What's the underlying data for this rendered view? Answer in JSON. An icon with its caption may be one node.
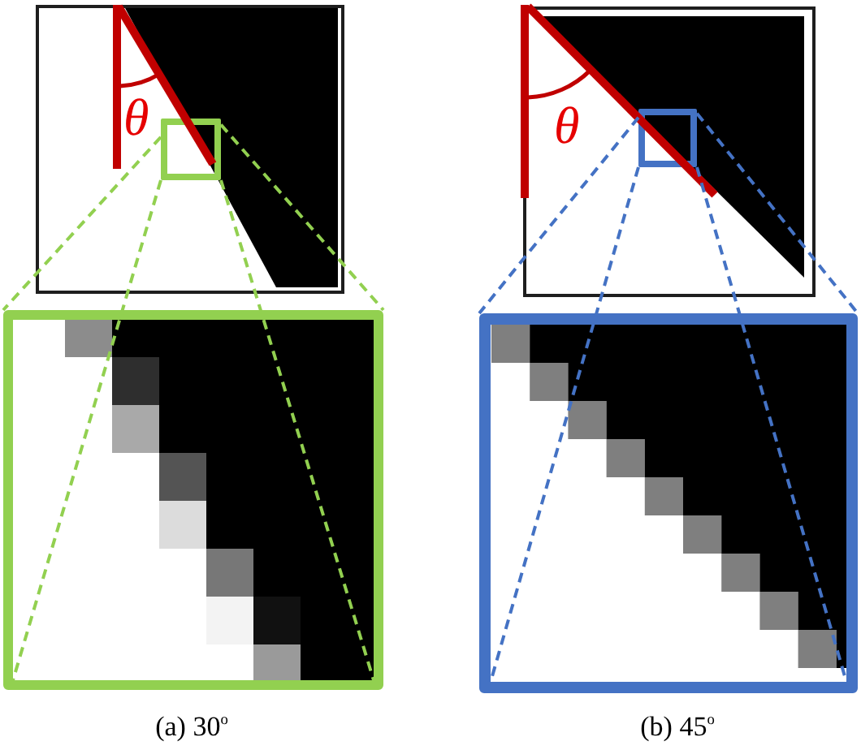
{
  "diagram": {
    "nodes": [
      {
        "text": [],
        "shape": "picture"
      },
      {
        "text": [],
        "shape": "box",
        "in": 0
      },
      {
        "text": [],
        "shape": "picture"
      },
      {
        "text": [],
        "shape": "picture"
      },
      {
        "text": [],
        "shape": "box",
        "in": 3
      },
      {
        "text": [],
        "shape": "picture"
      }
    ],
    "edges": [
      {
        "from": 1,
        "to": 2,
        "arrow": "none",
        "style": "dashed",
        "color": "#92d050"
      },
      {
        "from": 1,
        "to": 2,
        "arrow": "none",
        "style": "dashed",
        "color": "#92d050"
      },
      {
        "from": 1,
        "to": 2,
        "arrow": "none",
        "style": "dashed",
        "color": "#92d050"
      },
      {
        "from": 1,
        "to": 2,
        "arrow": "none",
        "style": "dashed",
        "color": "#92d050"
      },
      {
        "from": 4,
        "to": 5,
        "arrow": "none",
        "style": "dashed",
        "color": "#4472c4"
      },
      {
        "from": 4,
        "to": 5,
        "arrow": "none",
        "style": "dashed",
        "color": "#4472c4"
      },
      {
        "from": 4,
        "to": 5,
        "arrow": "none",
        "style": "dashed",
        "color": "#4472c4"
      },
      {
        "from": 4,
        "to": 5,
        "arrow": "none",
        "style": "dashed",
        "color": "#4472c4"
      }
    ],
    "labels": [
      "θ",
      "θ",
      "(a) 30$^{o}$",
      "(b) 45$^{o}$"
    ]
  }
}
